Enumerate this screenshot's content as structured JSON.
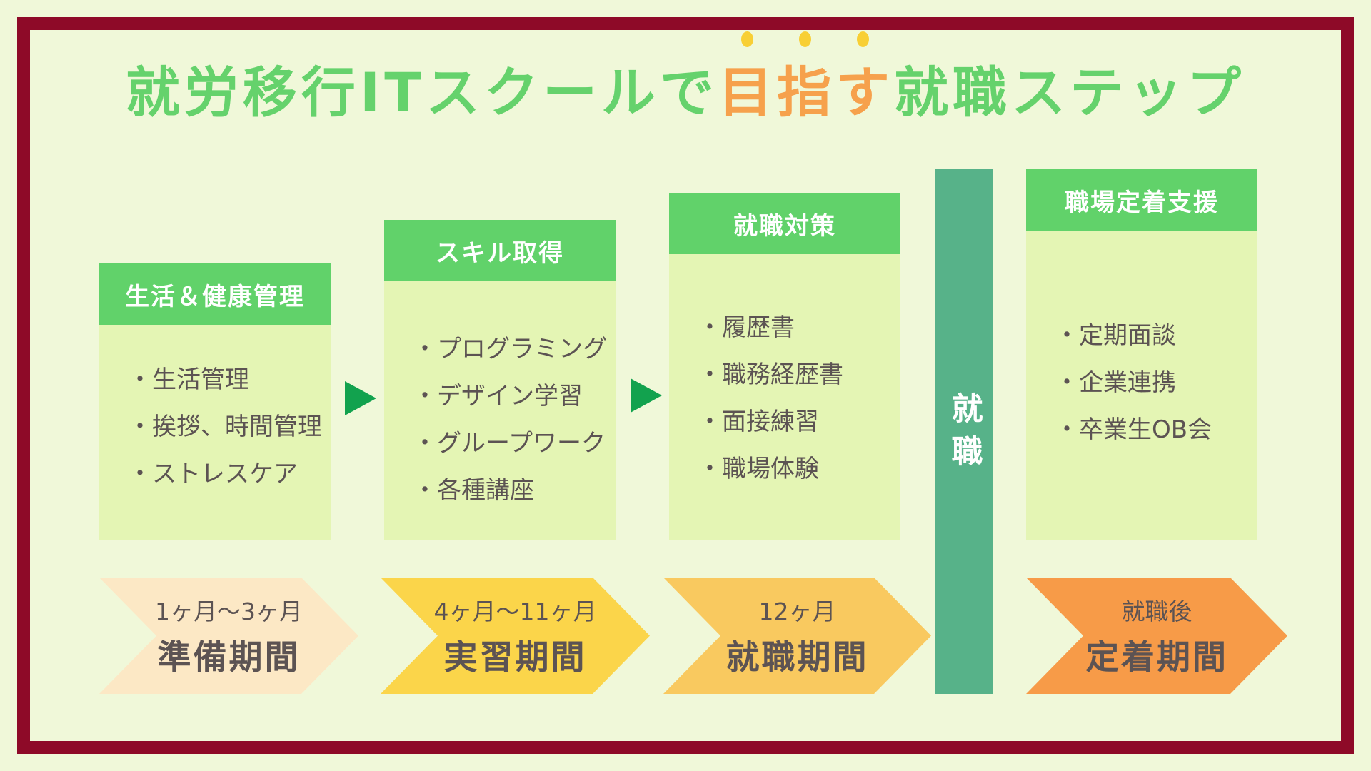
{
  "title": {
    "prefix": "就労移行ITスクールで",
    "accent": "目指す",
    "suffix": "就職ステップ"
  },
  "columns": [
    {
      "header": "生活＆健康管理",
      "items": [
        "・生活管理",
        "・挨拶、時間管理",
        "・ストレスケア"
      ]
    },
    {
      "header": "スキル取得",
      "items": [
        "・プログラミング",
        "・デザイン学習",
        "・グループワーク",
        "・各種講座"
      ]
    },
    {
      "header": "就職対策",
      "items": [
        "・履歴書",
        "・職務経歴書",
        "・面接練習",
        "・職場体験"
      ]
    },
    {
      "header": "職場定着支援",
      "items": [
        "・定期面談",
        "・企業連携",
        "・卒業生OB会"
      ]
    }
  ],
  "employment_bar": {
    "label": "就職"
  },
  "phases": [
    {
      "duration": "1ヶ月〜3ヶ月",
      "name": "準備期間"
    },
    {
      "duration": "4ヶ月〜11ヶ月",
      "name": "実習期間"
    },
    {
      "duration": "12ヶ月",
      "name": "就職期間"
    },
    {
      "duration": "就職後",
      "name": "定着期間"
    }
  ],
  "colors": {
    "bg": "#f0f8d9",
    "frame": "#8e0a28",
    "header-green": "#61d26a",
    "body-green": "#e4f5b4",
    "teal": "#57b289",
    "tri-green": "#12a24e",
    "title-green": "#65d26c",
    "title-orange": "#f6a14c",
    "dot-yellow": "#f8cf35",
    "text-gray": "#5c5353",
    "ph1": "#fce8c5",
    "ph2": "#fbd54a",
    "ph3": "#f9c95f",
    "ph4": "#f79b48"
  }
}
